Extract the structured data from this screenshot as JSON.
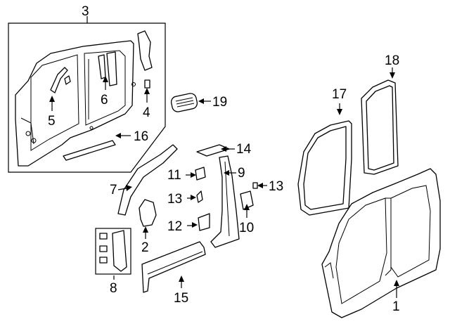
{
  "callouts": {
    "c1": "1",
    "c2": "2",
    "c3": "3",
    "c4": "4",
    "c5": "5",
    "c6": "6",
    "c7": "7",
    "c8": "8",
    "c9": "9",
    "c10": "10",
    "c11": "11",
    "c12": "12",
    "c13a": "13",
    "c13b": "13",
    "c14": "14",
    "c15": "15",
    "c16": "16",
    "c17": "17",
    "c18": "18",
    "c19": "19"
  }
}
